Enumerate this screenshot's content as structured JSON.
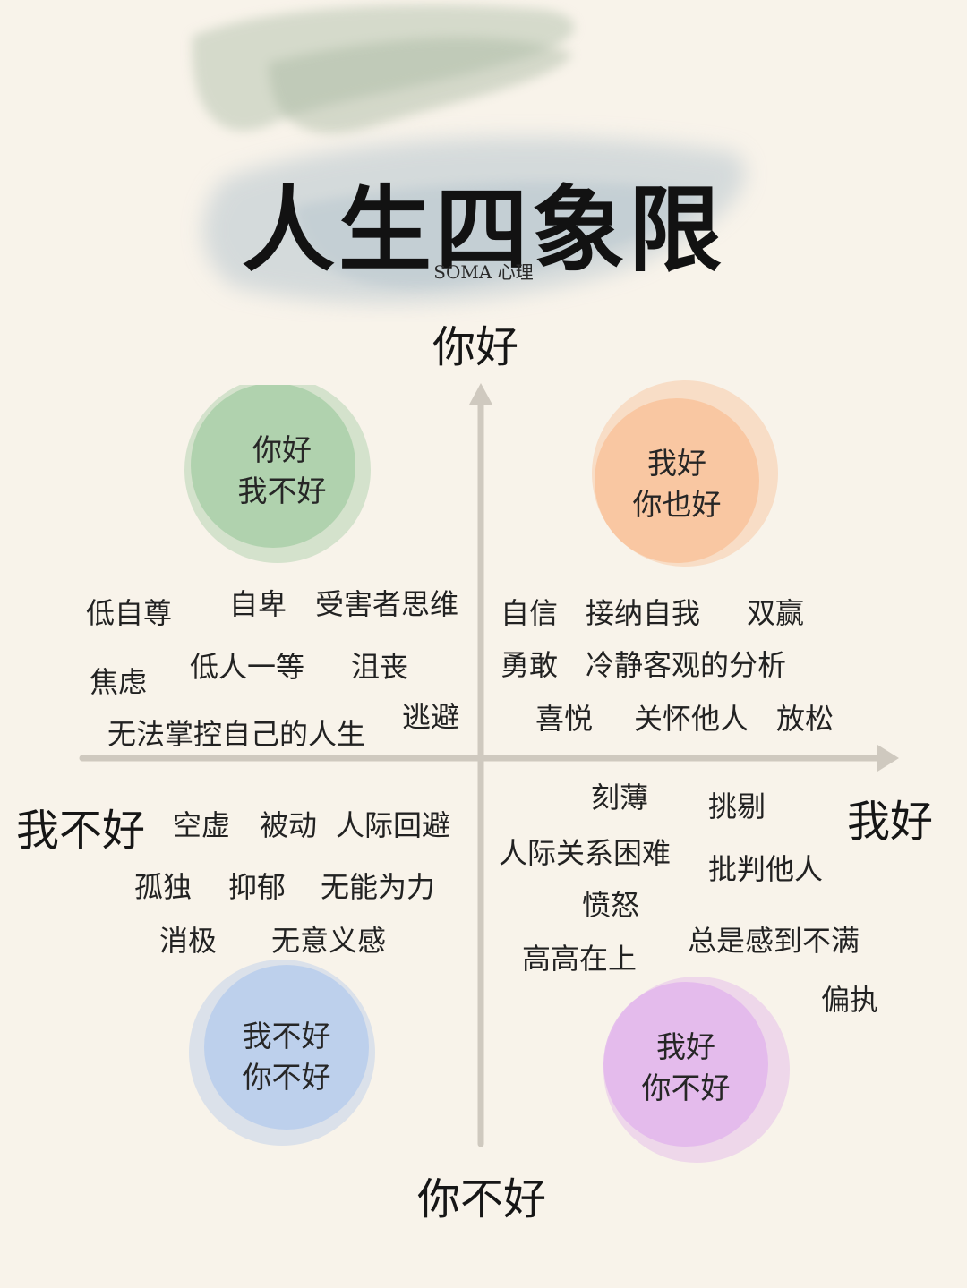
{
  "title": "人生四象限",
  "subtitle": "SOMA 心理",
  "axes": {
    "top": "你好",
    "bottom": "你不好",
    "left": "我不好",
    "right": "我好"
  },
  "quadrants": {
    "top_left": {
      "circle_color": "#a9cfa8",
      "circle_lines": [
        "你好",
        "我不好"
      ],
      "words": [
        "低自尊",
        "自卑",
        "受害者思维",
        "焦虑",
        "低人一等",
        "沮丧",
        "逃避",
        "无法掌控自己的人生"
      ]
    },
    "top_right": {
      "circle_color": "#f9c39b",
      "circle_lines": [
        "我好",
        "你也好"
      ],
      "words": [
        "自信",
        "接纳自我",
        "双赢",
        "勇敢",
        "冷静客观的分析",
        "喜悦",
        "关怀他人",
        "放松"
      ]
    },
    "bottom_left": {
      "circle_color": "#b7cdec",
      "circle_lines": [
        "我不好",
        "你不好"
      ],
      "words": [
        "空虚",
        "被动",
        "人际回避",
        "孤独",
        "抑郁",
        "无能为力",
        "消极",
        "无意义感"
      ]
    },
    "bottom_right": {
      "circle_color": "#e2b6ec",
      "circle_lines": [
        "我好",
        "你不好"
      ],
      "words": [
        "刻薄",
        "挑剔",
        "人际关系困难",
        "批判他人",
        "愤怒",
        "总是感到不满",
        "高高在上",
        "偏执"
      ]
    }
  }
}
